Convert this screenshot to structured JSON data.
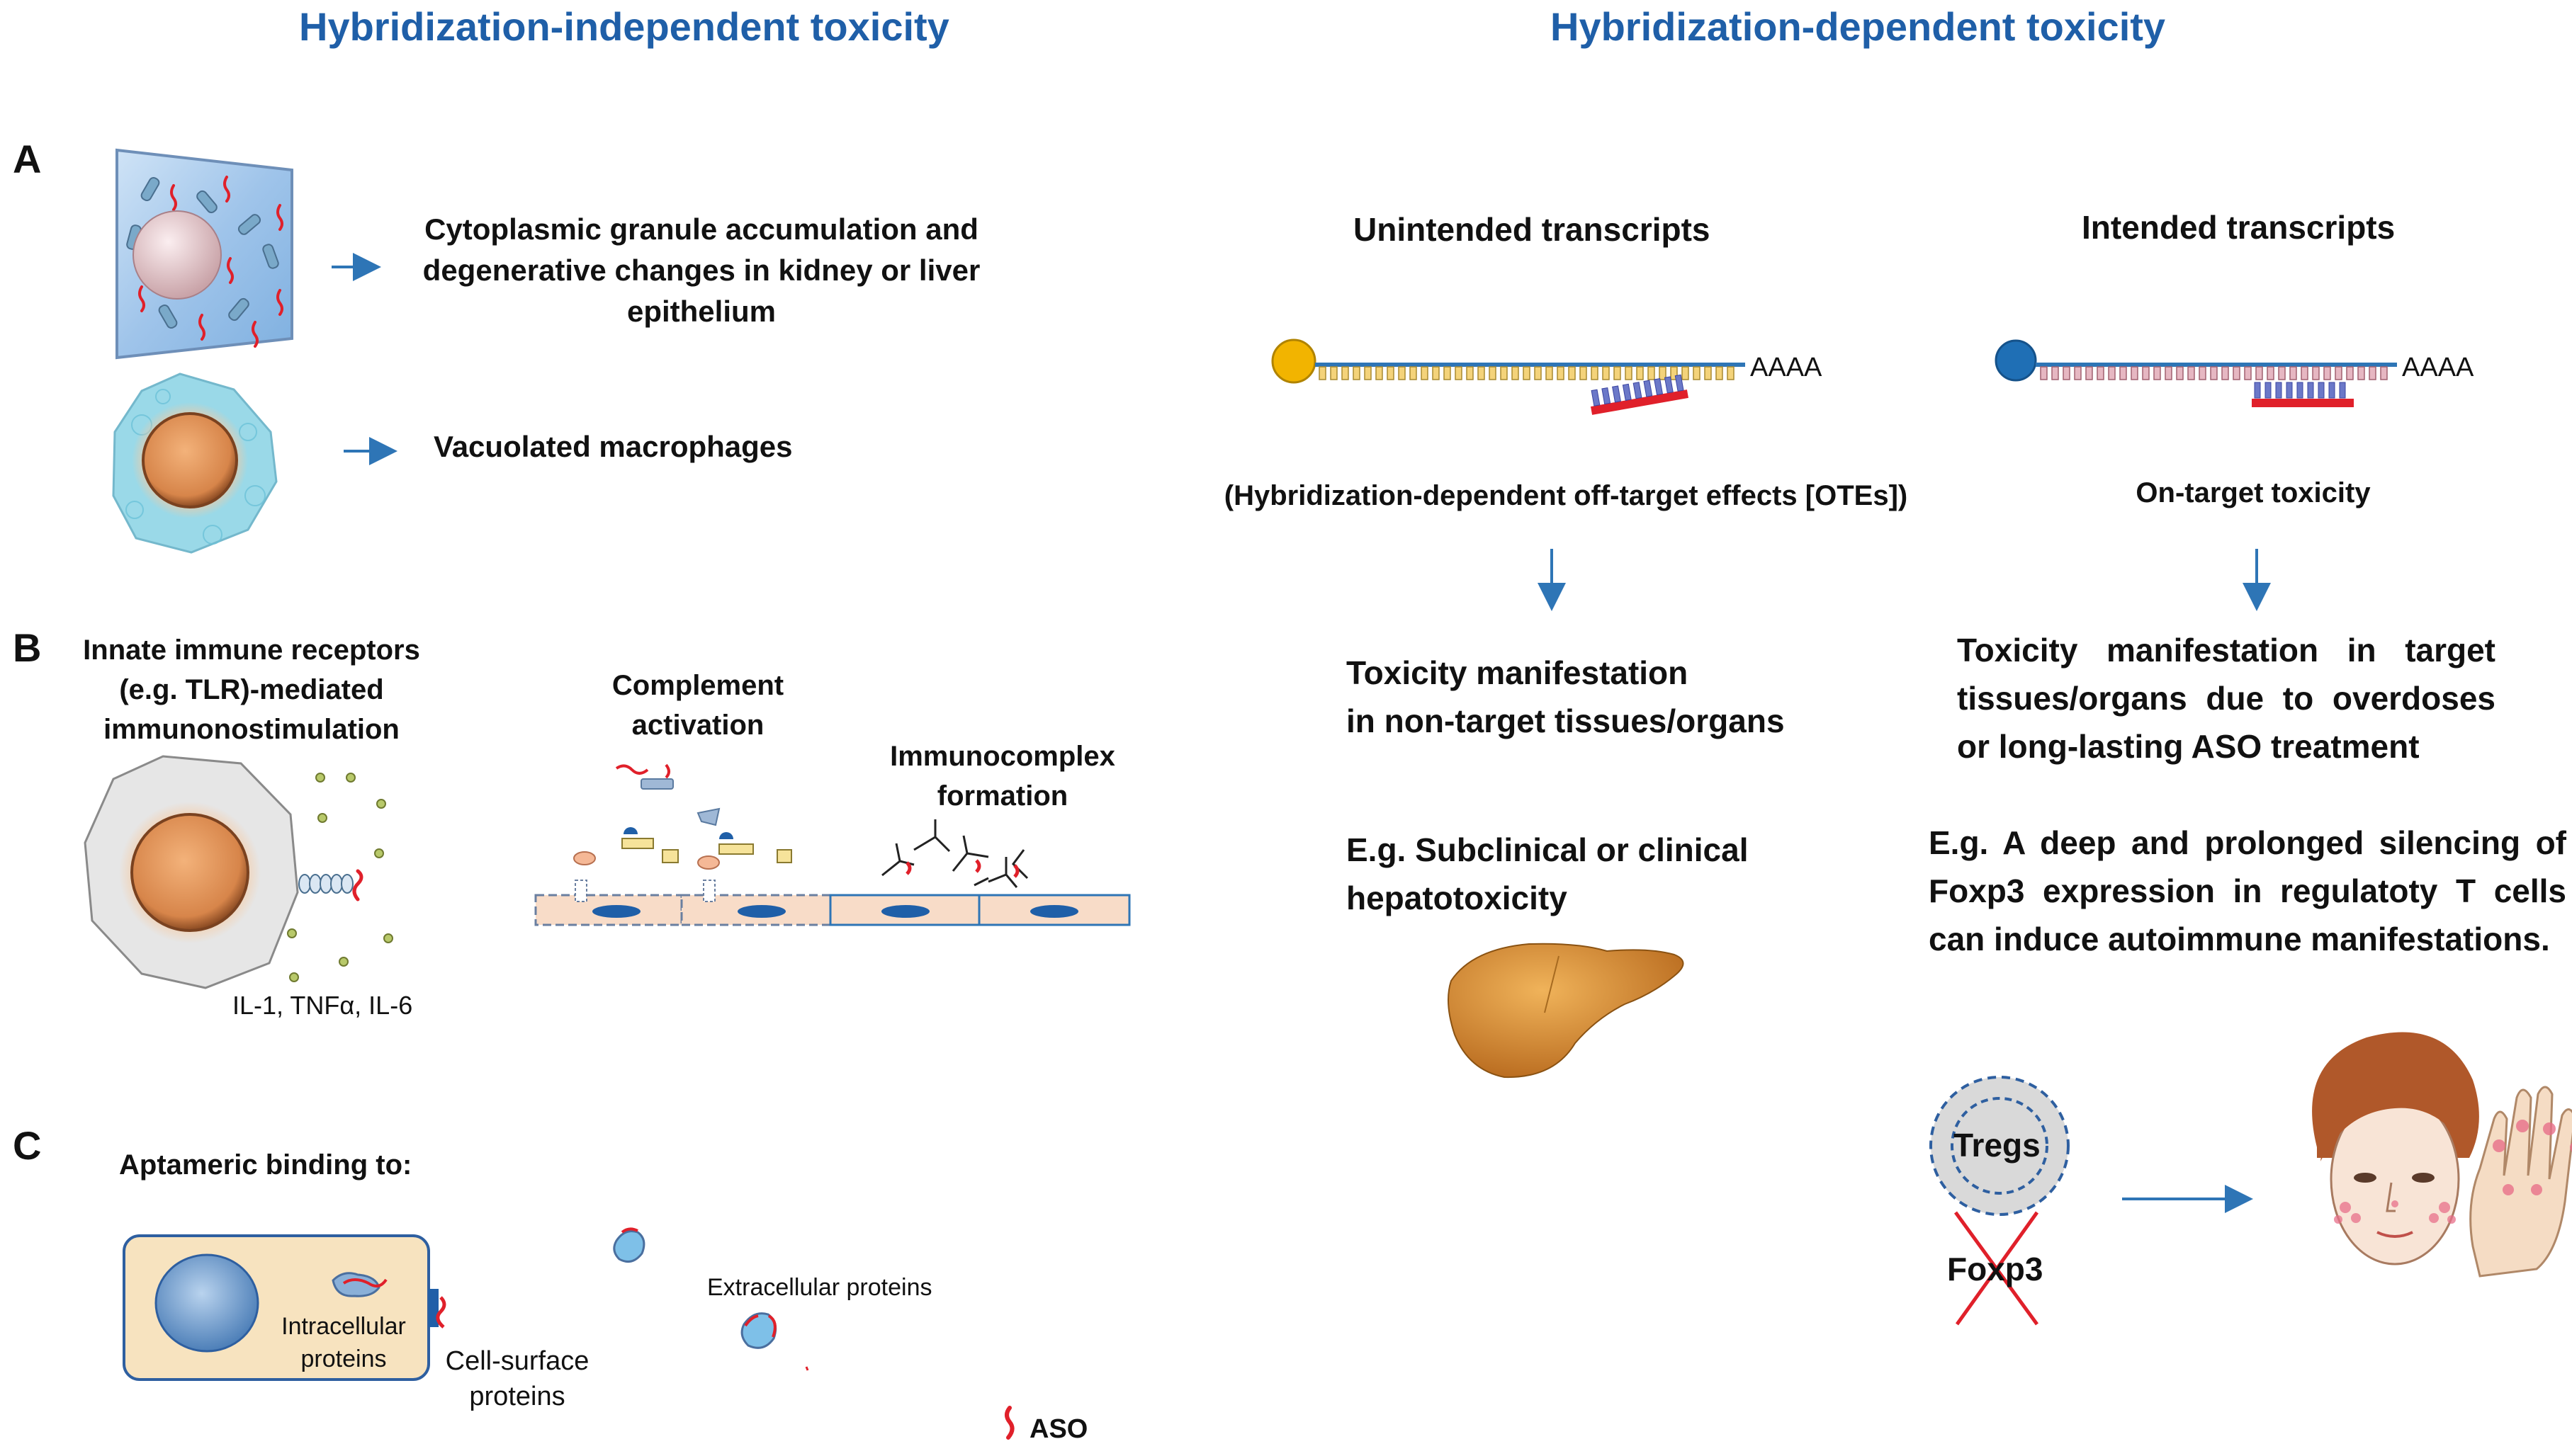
{
  "headers": {
    "left": "Hybridization-independent toxicity",
    "right": "Hybridization-dependent toxicity"
  },
  "section_a": {
    "letter": "A",
    "granule_text": [
      "Cytoplasmic granule accumulation and",
      "degenerative changes in kidney or liver",
      "epithelium"
    ],
    "macrophage_text": "Vacuolated macrophages"
  },
  "section_b": {
    "letter": "B",
    "immune_text": [
      "Innate immune receptors",
      "(e.g. TLR)-mediated",
      "immunonostimulation"
    ],
    "cytokines": "IL-1, TNFα,  IL-6",
    "complement": [
      "Complement",
      "activation"
    ],
    "immunocomplex": [
      "Immunocomplex",
      "formation"
    ]
  },
  "section_c": {
    "letter": "C",
    "aptameric": "Aptameric binding to:",
    "intracellular": [
      "Intracellular",
      "proteins"
    ],
    "cell_surface": [
      "Cell-surface",
      "proteins"
    ],
    "extracellular": "Extracellular proteins",
    "aso_legend": "ASO"
  },
  "unintended": {
    "title": "Unintended transcripts",
    "polya": "AAAA",
    "effect": "(Hybridization-dependent off-target effects [OTEs])",
    "manifestation": [
      "Toxicity manifestation",
      "in non-target tissues/organs"
    ],
    "example": [
      "E.g. Subclinical or clinical",
      "hepatotoxicity"
    ]
  },
  "intended": {
    "title": "Intended transcripts",
    "polya": "AAAA",
    "effect": "On-target toxicity",
    "manifestation": "Toxicity manifestation in target tissues/organs due to overdoses or long-lasting ASO treatment",
    "example": "E.g. A deep and prolonged silencing of Foxp3 expression in regulatoty T cells can induce autoimmune manifestations.",
    "tregs": "Tregs",
    "foxp3": "Foxp3"
  },
  "colors": {
    "header_blue": "#1f5fa8",
    "arrow_blue": "#2e75b6",
    "aso_red": "#e0202a",
    "cap_yellow": "#f2b400",
    "cap_blue": "#1f6fb5"
  }
}
